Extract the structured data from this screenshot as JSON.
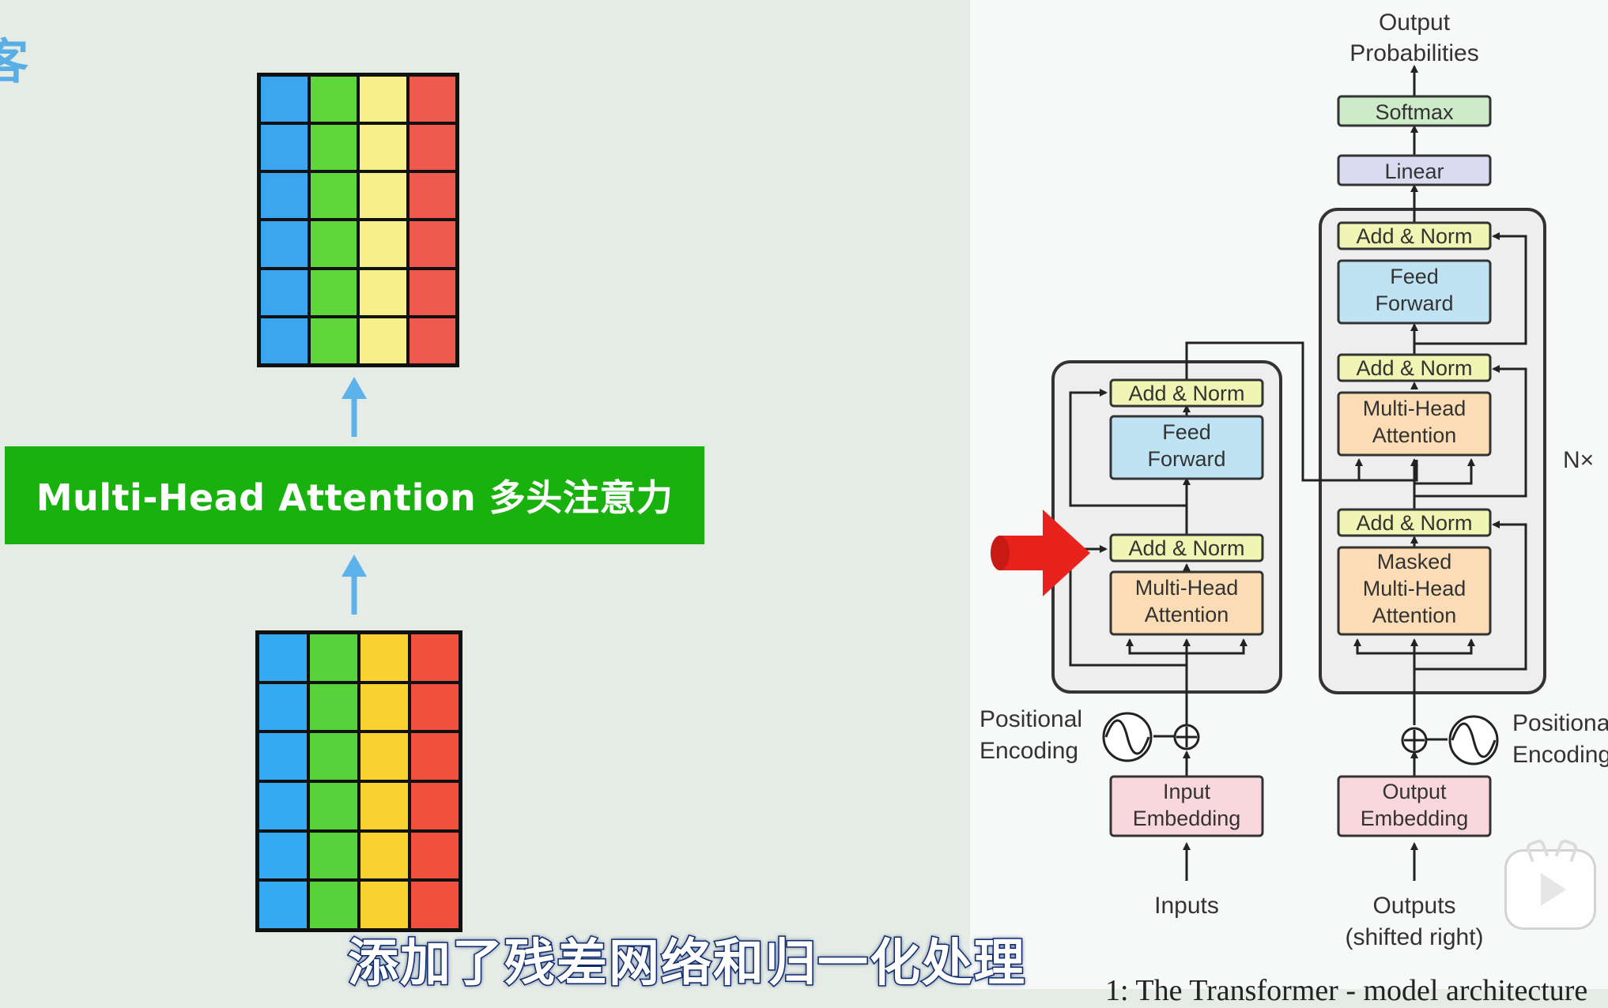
{
  "left_panel": {
    "corner_char": "客",
    "banner_label": "Multi-Head Attention 多头注意力",
    "grid_top_colors": [
      "#3aa6f0",
      "#5fd63c",
      "#f7f08a",
      "#f0594d"
    ],
    "grid_bottom_colors": [
      "#35a9f2",
      "#57d23a",
      "#f9d22f",
      "#f2503f"
    ],
    "arrow_color": "#5db2ec"
  },
  "diagram": {
    "output_probabilities": [
      "Output",
      "Probabilities"
    ],
    "softmax": "Softmax",
    "linear": "Linear",
    "add_norm": "Add & Norm",
    "feed_forward": [
      "Feed",
      "Forward"
    ],
    "multi_head_attention": [
      "Multi-Head",
      "Attention"
    ],
    "masked_multi_head_attention": [
      "Masked",
      "Multi-Head",
      "Attention"
    ],
    "nx": "N×",
    "positional_encoding": [
      "Positional",
      "Encoding"
    ],
    "input_embedding": [
      "Input",
      "Embedding"
    ],
    "output_embedding": [
      "Output",
      "Embedding"
    ],
    "inputs": "Inputs",
    "outputs": [
      "Outputs",
      "(shifted right)"
    ],
    "colors": {
      "add_norm": "#f1f5b3",
      "feed_forward": "#bfe3f3",
      "attention": "#fbdcb4",
      "embedding": "#f8d7dd",
      "linear": "#dadbf1",
      "softmax": "#cdeac9",
      "stack": "#eeeeee",
      "pointer": "#e8231e"
    }
  },
  "subtitle": "添加了残差网络和归一化处理",
  "caption_fragment": "1: The Transformer - model architecture"
}
